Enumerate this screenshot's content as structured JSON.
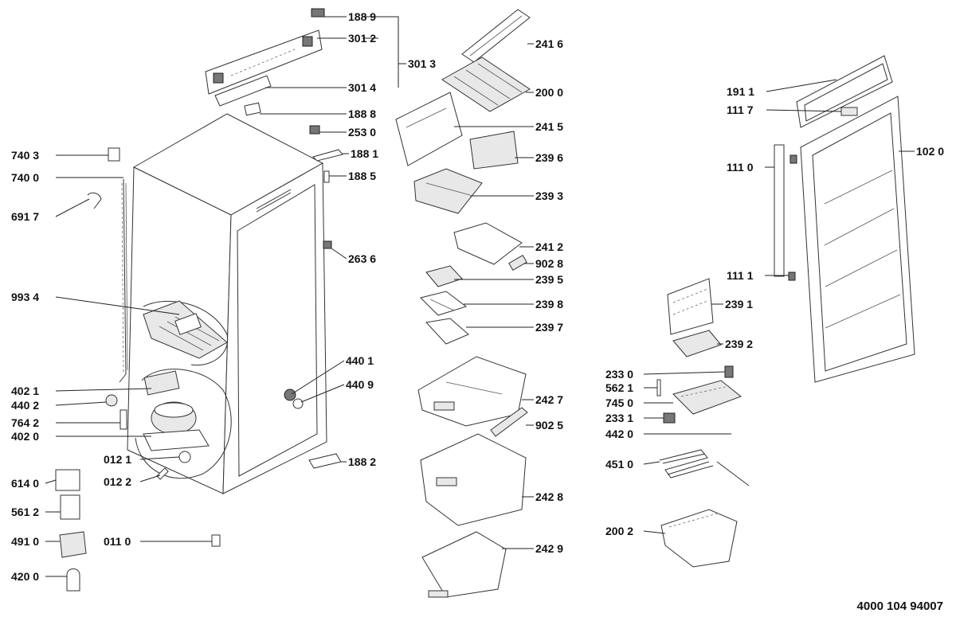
{
  "document_number": "4000 104 94007",
  "labels": {
    "p1889": "188 9",
    "p3012": "301 2",
    "p3013": "301 3",
    "p3014": "301 4",
    "p1888": "188 8",
    "p2530": "253 0",
    "p1881": "188 1",
    "p1885": "188 5",
    "p7403": "740 3",
    "p7400": "740 0",
    "p6917": "691 7",
    "p2636": "263 6",
    "p9934": "993 4",
    "p4401": "440 1",
    "p4409": "440 9",
    "p4021": "402 1",
    "p4402": "440 2",
    "p7642": "764 2",
    "p4020": "402 0",
    "p0121": "012 1",
    "p0122": "012 2",
    "p1882": "188 2",
    "p6140": "614 0",
    "p5612": "561 2",
    "p4910": "491 0",
    "p0110": "011 0",
    "p4200": "420 0",
    "p2416": "241 6",
    "p2000": "200 0",
    "p2415": "241 5",
    "p2396": "239 6",
    "p2393": "239 3",
    "p2412": "241 2",
    "p9028": "902 8",
    "p2395": "239 5",
    "p2398": "239 8",
    "p2397": "239 7",
    "p2427": "242 7",
    "p9025": "902 5",
    "p2428": "242 8",
    "p2429": "242 9",
    "p1911": "191 1",
    "p1117": "111 7",
    "p1020": "102 0",
    "p1110": "111 0",
    "p1111": "111 1",
    "p2391": "239 1",
    "p2392": "239 2",
    "p2330": "233 0",
    "p5621": "562 1",
    "p7450": "745 0",
    "p2331": "233 1",
    "p4420": "442 0",
    "p4510": "451 0",
    "p2002": "200 2"
  }
}
